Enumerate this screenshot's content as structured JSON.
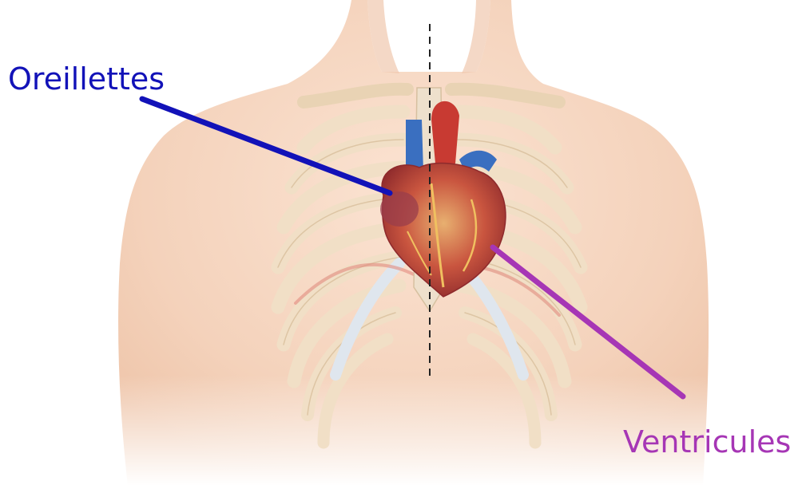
{
  "labels": {
    "atria": {
      "text": "Oreillettes",
      "color": "#1212b8"
    },
    "ventricles": {
      "text": "Ventricules",
      "color": "#a636b5"
    }
  },
  "colors": {
    "background": "#ffffff",
    "skin": "#f7d9c4",
    "skin_shadow": "#ecc2a8",
    "rib": "#f1dfc6",
    "rib_edge": "#d9bf9c",
    "cartilage": "#dfe6ee",
    "heart": "#c0473a",
    "vein": "#3a6fc0",
    "midline": "#222222"
  },
  "icons": [
    "torso-illustration",
    "rib-cage",
    "heart",
    "midline"
  ]
}
